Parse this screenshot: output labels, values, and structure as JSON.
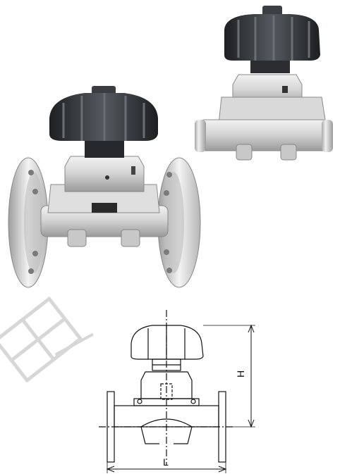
{
  "colors": {
    "background": "#ffffff",
    "steel_light": "#e7e7e7",
    "steel_mid": "#c9c9c9",
    "steel_dark": "#8d8d8d",
    "handwheel": "#2c2f34",
    "watermark": "#bbbbbb",
    "drawing_line": "#111111"
  },
  "drawing": {
    "h_label": "H",
    "l_label": "L"
  },
  "watermark": {
    "text": "田"
  }
}
